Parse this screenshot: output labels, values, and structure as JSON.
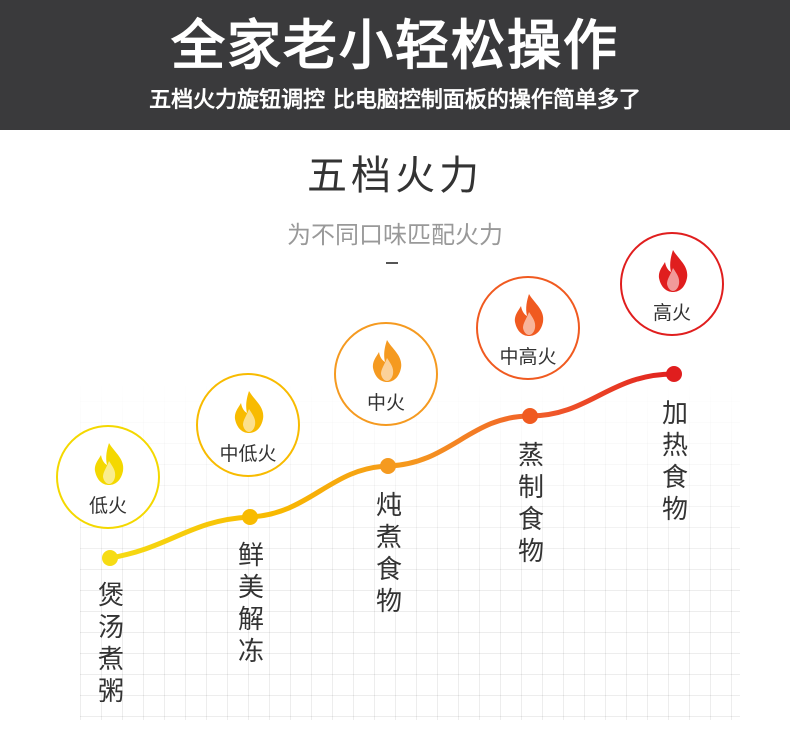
{
  "banner": {
    "title": "全家老小轻松操作",
    "subtitle": "五档火力旋钮调控 比电脑控制面板的操作简单多了"
  },
  "section": {
    "title": "五档火力",
    "subtitle": "为不同口味匹配火力",
    "dash": "-"
  },
  "levels": [
    {
      "label": "低火",
      "use": "煲汤煮粥",
      "color": "#f4d800"
    },
    {
      "label": "中低火",
      "use": "鲜美解冻",
      "color": "#f8bb00"
    },
    {
      "label": "中火",
      "use": "炖煮食物",
      "color": "#f59a20"
    },
    {
      "label": "中高火",
      "use": "蒸制食物",
      "color": "#f05a20"
    },
    {
      "label": "高火",
      "use": "加热食物",
      "color": "#e01e1e"
    }
  ],
  "icons": [
    "flame-icon"
  ]
}
